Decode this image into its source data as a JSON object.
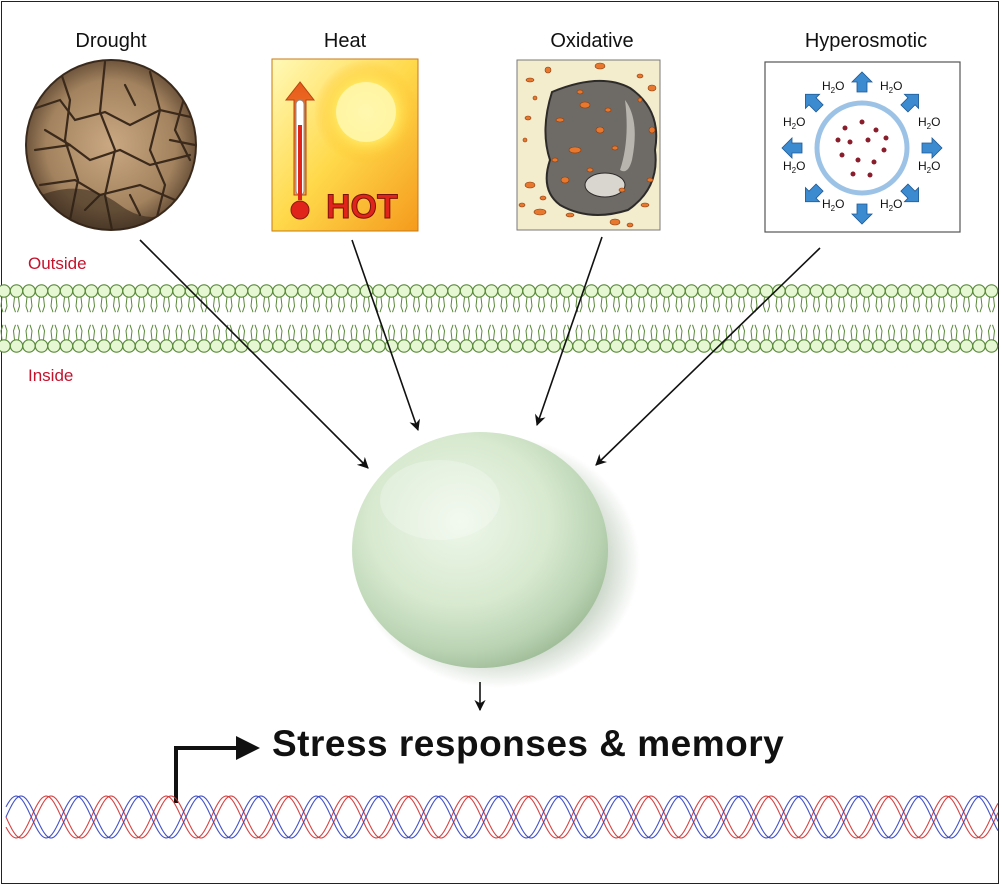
{
  "stresses": [
    {
      "label": "Drought",
      "icon": "cracked-earth-icon"
    },
    {
      "label": "Heat",
      "icon": "hot-thermometer-sun-icon",
      "badge": "HOT"
    },
    {
      "label": "Oxidative",
      "icon": "oxidized-particle-icon"
    },
    {
      "label": "Hyperosmotic",
      "icon": "water-efflux-cell-icon",
      "water_label": "H2O"
    }
  ],
  "membrane": {
    "outside_label": "Outside",
    "inside_label": "Inside"
  },
  "result": {
    "title": "Stress responses & memory"
  },
  "colors": {
    "membrane_head_fill": "#e6f7d4",
    "membrane_head_stroke": "#5a8a3a",
    "side_label": "#c4122c",
    "dna_strand_a": "#d03030",
    "dna_strand_b": "#3040c0",
    "nucleus": "#cfe3c9",
    "arrow_blue": "#3c8ad0",
    "oxidative_spot": "#e8782e"
  }
}
